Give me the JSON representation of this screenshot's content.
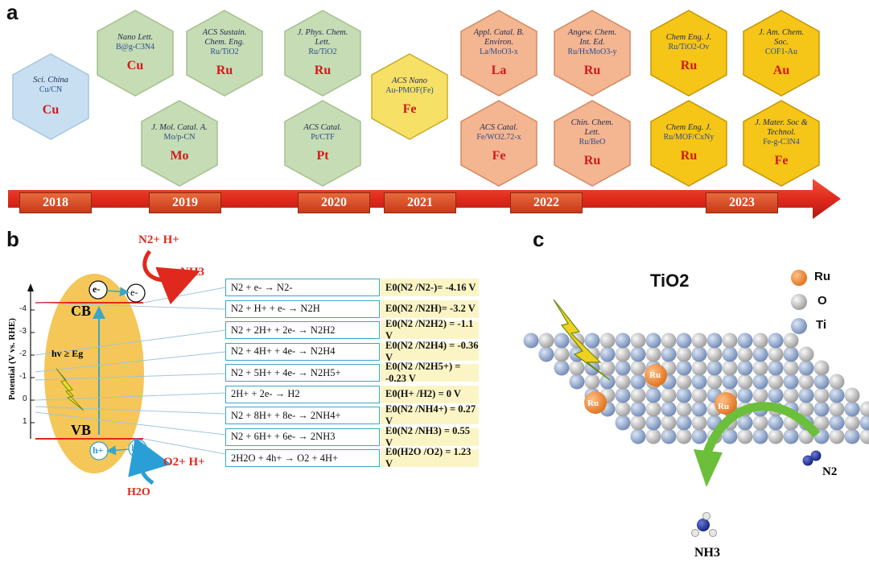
{
  "panels": {
    "a": "a",
    "b": "b",
    "c": "c"
  },
  "timeline": {
    "years": [
      "2018",
      "2019",
      "2020",
      "2021",
      "2022",
      "2023"
    ],
    "colors": {
      "blue": "#c7dff0",
      "green": "#c6dcb4",
      "yellow": "#f7e066",
      "salmon": "#f4b591",
      "gold": "#f5c518",
      "arrow": "#e02a1c"
    },
    "hexes": [
      {
        "j": "Sci. China",
        "m": "Cu/CN",
        "e": "Cu",
        "c": "blue"
      },
      {
        "j": "Nano Lett.",
        "m": "B@g-C3N4",
        "e": "Cu",
        "c": "green"
      },
      {
        "j": "ACS Sustain. Chem. Eng.",
        "m": "Ru/TiO2",
        "e": "Ru",
        "c": "green"
      },
      {
        "j": "J. Mol. Catal. A.",
        "m": "Mo/p-CN",
        "e": "Mo",
        "c": "green"
      },
      {
        "j": "J. Phys. Chem. Lett.",
        "m": "Ru/TiO2",
        "e": "Ru",
        "c": "green"
      },
      {
        "j": "ACS Catal.",
        "m": "Pt/CTF",
        "e": "Pt",
        "c": "green"
      },
      {
        "j": "ACS Nano",
        "m": "Au-PMOF(Fe)",
        "e": "Fe",
        "c": "yellow"
      },
      {
        "j": "Appl. Catal. B. Environ.",
        "m": "La/MoO3-x",
        "e": "La",
        "c": "salmon"
      },
      {
        "j": "Angew. Chem. Int. Ed.",
        "m": "Ru/HxMoO3-y",
        "e": "Ru",
        "c": "salmon"
      },
      {
        "j": "ACS Catal.",
        "m": "Fe/WO2.72-x",
        "e": "Fe",
        "c": "salmon"
      },
      {
        "j": "Chin. Chem. Lett.",
        "m": "Ru/BeO",
        "e": "Ru",
        "c": "salmon"
      },
      {
        "j": "Chem Eng. J.",
        "m": "Ru/TiO2-Ov",
        "e": "Ru",
        "c": "gold"
      },
      {
        "j": "J. Am. Chem. Soc.",
        "m": "COF1-Au",
        "e": "Au",
        "c": "gold"
      },
      {
        "j": "Chem Eng. J.",
        "m": "Ru/MOF/CxNy",
        "e": "Ru",
        "c": "gold"
      },
      {
        "j": "J. Mater. Soc & Technol.",
        "m": "Fe-g-C3N4",
        "e": "Fe",
        "c": "gold"
      }
    ]
  },
  "band": {
    "axis_label": "Potential (V vs. RHE)",
    "ticks": [
      "-4",
      "-3",
      "-2",
      "-1",
      "0",
      "1"
    ],
    "cb": "CB",
    "vb": "VB",
    "excitation": "hv ≥ Eg",
    "electron": "e-",
    "hole": "h+",
    "top_reactant": "N2+ H+",
    "top_product": "NH3",
    "bottom_product": "O2+ H+",
    "bottom_reactant": "H2O"
  },
  "reactions": [
    {
      "r": "N2 + e- → N2-",
      "p": "E0(N2 /N2-)= -4.16 V"
    },
    {
      "r": "N2 + H+ + e- → N2H",
      "p": "E0(N2 /N2H)= -3.2 V"
    },
    {
      "r": "N2 + 2H+ + 2e- → N2H2",
      "p": "E0(N2 /N2H2) = -1.1 V"
    },
    {
      "r": "N2 + 4H+ + 4e- → N2H4",
      "p": "E0(N2 /N2H4) = -0.36 V"
    },
    {
      "r": "N2 + 5H+ + 4e- → N2H5+",
      "p": "E0(N2 /N2H5+) = -0.23 V"
    },
    {
      "r": "2H+ + 2e- → H2",
      "p": "E0(H+ /H2) = 0 V"
    },
    {
      "r": "N2 + 8H+ + 8e- → 2NH4+",
      "p": "E0(N2 /NH4+) = 0.27 V"
    },
    {
      "r": "N2 + 6H+ + 6e- → 2NH3",
      "p": "E0(N2 /NH3) = 0.55 V"
    },
    {
      "r": "2H2O + 4h+ → O2 + 4H+",
      "p": "E0(H2O /O2) = 1.23 V"
    }
  ],
  "lattice": {
    "title": "TiO2",
    "legend": [
      {
        "label": "Ru",
        "color": "#f08a30"
      },
      {
        "label": "O",
        "color": "#c8c8c8"
      },
      {
        "label": "Ti",
        "color": "#9fb4d6"
      }
    ],
    "ru_label": "Ru",
    "reactant": "N2",
    "product": "NH3"
  }
}
